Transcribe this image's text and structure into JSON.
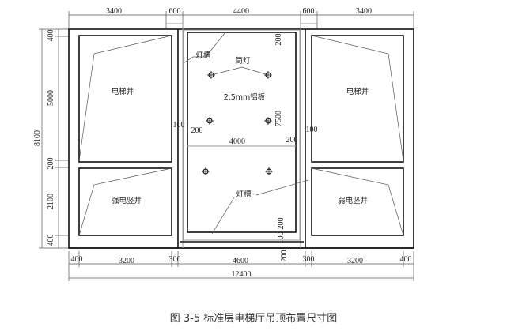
{
  "top_dims": [
    "3400",
    "600",
    "4400",
    "600",
    "3400"
  ],
  "left_dims": [
    "400",
    "5000",
    "200",
    "2100",
    "400"
  ],
  "left_total": "8100",
  "bottom_dims": [
    "400",
    "3200",
    "300",
    "4600",
    "300",
    "3200",
    "400"
  ],
  "bottom_total": "12400",
  "labels": {
    "elevator_shaft_left": "电梯井",
    "elevator_shaft_right": "电梯井",
    "strong_shaft": "强电竖井",
    "weak_shaft": "弱电竖井",
    "light_trough_top": "灯槽",
    "light_trough_bottom": "灯槽",
    "downlight": "筒灯",
    "panel": "2.5mm铝板"
  },
  "inner_dims": {
    "top_right_200": "200",
    "right_7500": "7500",
    "left_100": "100",
    "left_200": "200",
    "width_4000": "4000",
    "right_200": "200",
    "right_100": "100",
    "bottom_200": "200",
    "bottom_100": "100",
    "bottom_200b": "200"
  },
  "caption": "图 3-5   标准层电梯厅吊顶布置尺寸图"
}
